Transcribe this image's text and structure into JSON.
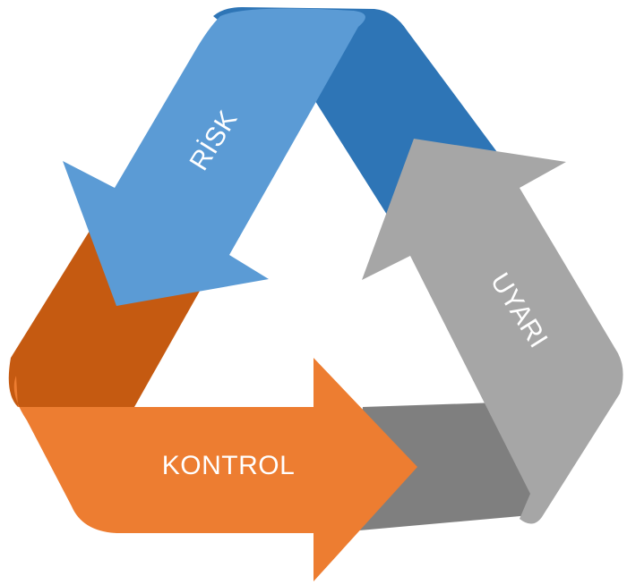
{
  "diagram": {
    "labels": {
      "risk": "RİSK",
      "uyari": "UYARI",
      "kontrol": "KONTROL"
    },
    "colors": {
      "risk_main": "#5b9bd5",
      "risk_dark": "#2e75b6",
      "uyari_main": "#a6a6a6",
      "uyari_dark": "#7f7f7f",
      "kontrol_main": "#ed7d31",
      "kontrol_dark": "#c55a11"
    },
    "flow": [
      "risk",
      "kontrol",
      "uyari"
    ]
  }
}
